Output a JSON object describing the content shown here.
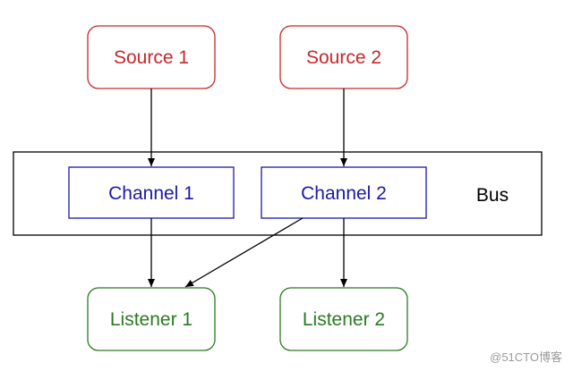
{
  "diagram": {
    "bus_label": "Bus",
    "sources": [
      {
        "label": "Source 1"
      },
      {
        "label": "Source 2"
      }
    ],
    "channels": [
      {
        "label": "Channel 1"
      },
      {
        "label": "Channel 2"
      }
    ],
    "listeners": [
      {
        "label": "Listener 1"
      },
      {
        "label": "Listener 2"
      }
    ],
    "connections": [
      {
        "from": "Source 1",
        "to": "Channel 1"
      },
      {
        "from": "Source 2",
        "to": "Channel 2"
      },
      {
        "from": "Channel 1",
        "to": "Listener 1"
      },
      {
        "from": "Channel 2",
        "to": "Listener 1"
      },
      {
        "from": "Channel 2",
        "to": "Listener 2"
      }
    ]
  },
  "colors": {
    "source": "#c8262c",
    "channel": "#1a1aa6",
    "listener": "#2a7a22",
    "bus": "#000000",
    "edge": "#000000",
    "watermark": "#9a9a9a"
  },
  "watermark": "@51CTO博客"
}
